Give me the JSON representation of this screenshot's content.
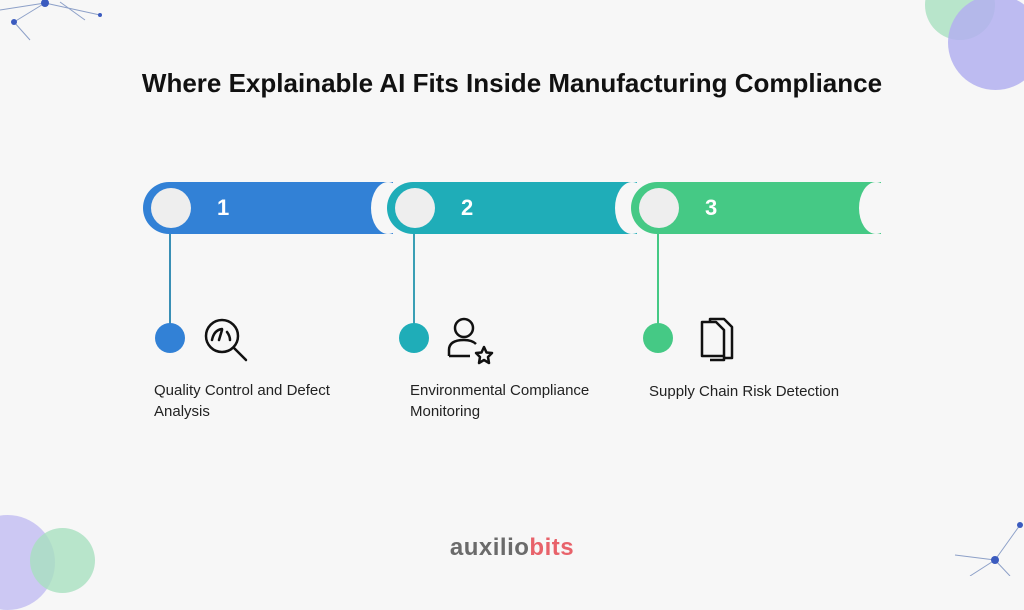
{
  "title": "Where Explainable AI Fits Inside Manufacturing Compliance",
  "steps": [
    {
      "number": "1",
      "label": "Quality Control and Defect Analysis",
      "icon": "gauge-search-icon",
      "color": "#3281d6"
    },
    {
      "number": "2",
      "label": "Environmental Compliance Monitoring",
      "icon": "user-star-icon",
      "color": "#1fadb8"
    },
    {
      "number": "3",
      "label": "Supply Chain Risk Detection",
      "icon": "documents-icon",
      "color": "#45c985"
    }
  ],
  "logo": {
    "part1": "auxilio",
    "part2": "bits",
    "color1": "#6b6b6b",
    "color2": "#e8626a"
  }
}
